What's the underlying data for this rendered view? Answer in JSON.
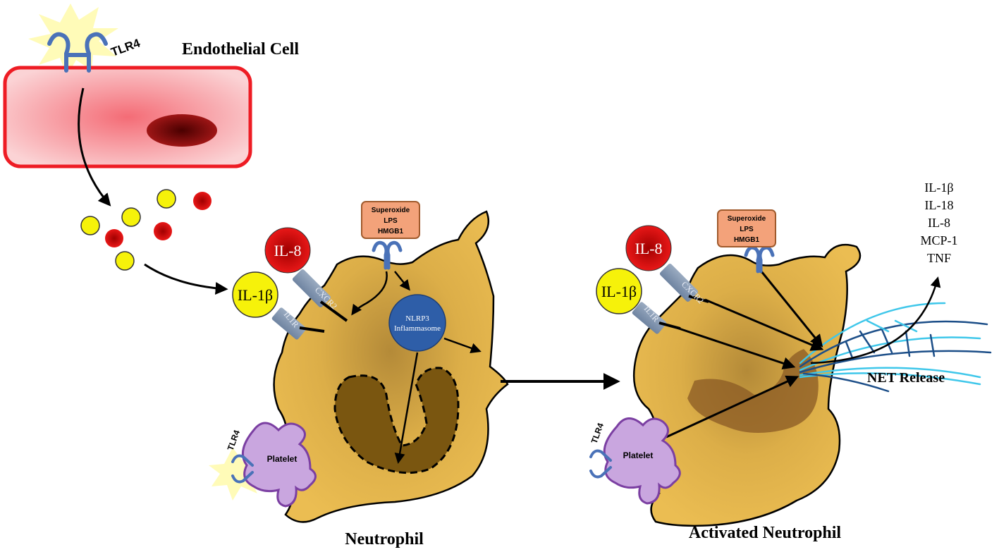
{
  "endothelial": {
    "title": "Endothelial Cell",
    "receptor_label": "TLR4"
  },
  "resting_neutrophil": {
    "title": "Neutrophil",
    "il8": "IL-8",
    "il1b": "IL-1β",
    "cxcr2": "CXCR2",
    "il1r": "IL1R",
    "ligand_box": [
      "Superoxide",
      "LPS",
      "HMGB1"
    ],
    "inflammasome": [
      "NLRP3",
      "Inflammasome"
    ],
    "platelet": "Platelet",
    "platelet_receptor": "TLR4"
  },
  "activated_neutrophil": {
    "title": "Activated Neutrophil",
    "il8": "IL-8",
    "il1b": "IL-1β",
    "cxcr2": "CXCR2",
    "il1r": "IL1R",
    "ligand_box": [
      "Superoxide",
      "LPS",
      "HMGB1"
    ],
    "platelet": "Platelet",
    "platelet_receptor": "TLR4",
    "net_label": "NET Release",
    "released_cytokines": [
      "IL-1β",
      "IL-18",
      "IL-8",
      "MCP-1",
      "TNF"
    ]
  },
  "colors": {
    "endothelial_border": "#ee1c24",
    "endothelial_fill": "#f7a3a7",
    "nucleus": "#8b0b0b",
    "neutrophil_fill": "#e7b84a",
    "neutrophil_nucleus": "#7a5610",
    "il8": "#e01b1b",
    "il1b": "#f6f20a",
    "receptor_grey": "#8094ad",
    "tlr4_blue": "#4a72b8",
    "inflammasome": "#2e5ea8",
    "ligand_box": "#f3a27a",
    "platelet": "#c9a6df",
    "net_dark": "#1c4e88",
    "net_light": "#3fc7ea"
  }
}
